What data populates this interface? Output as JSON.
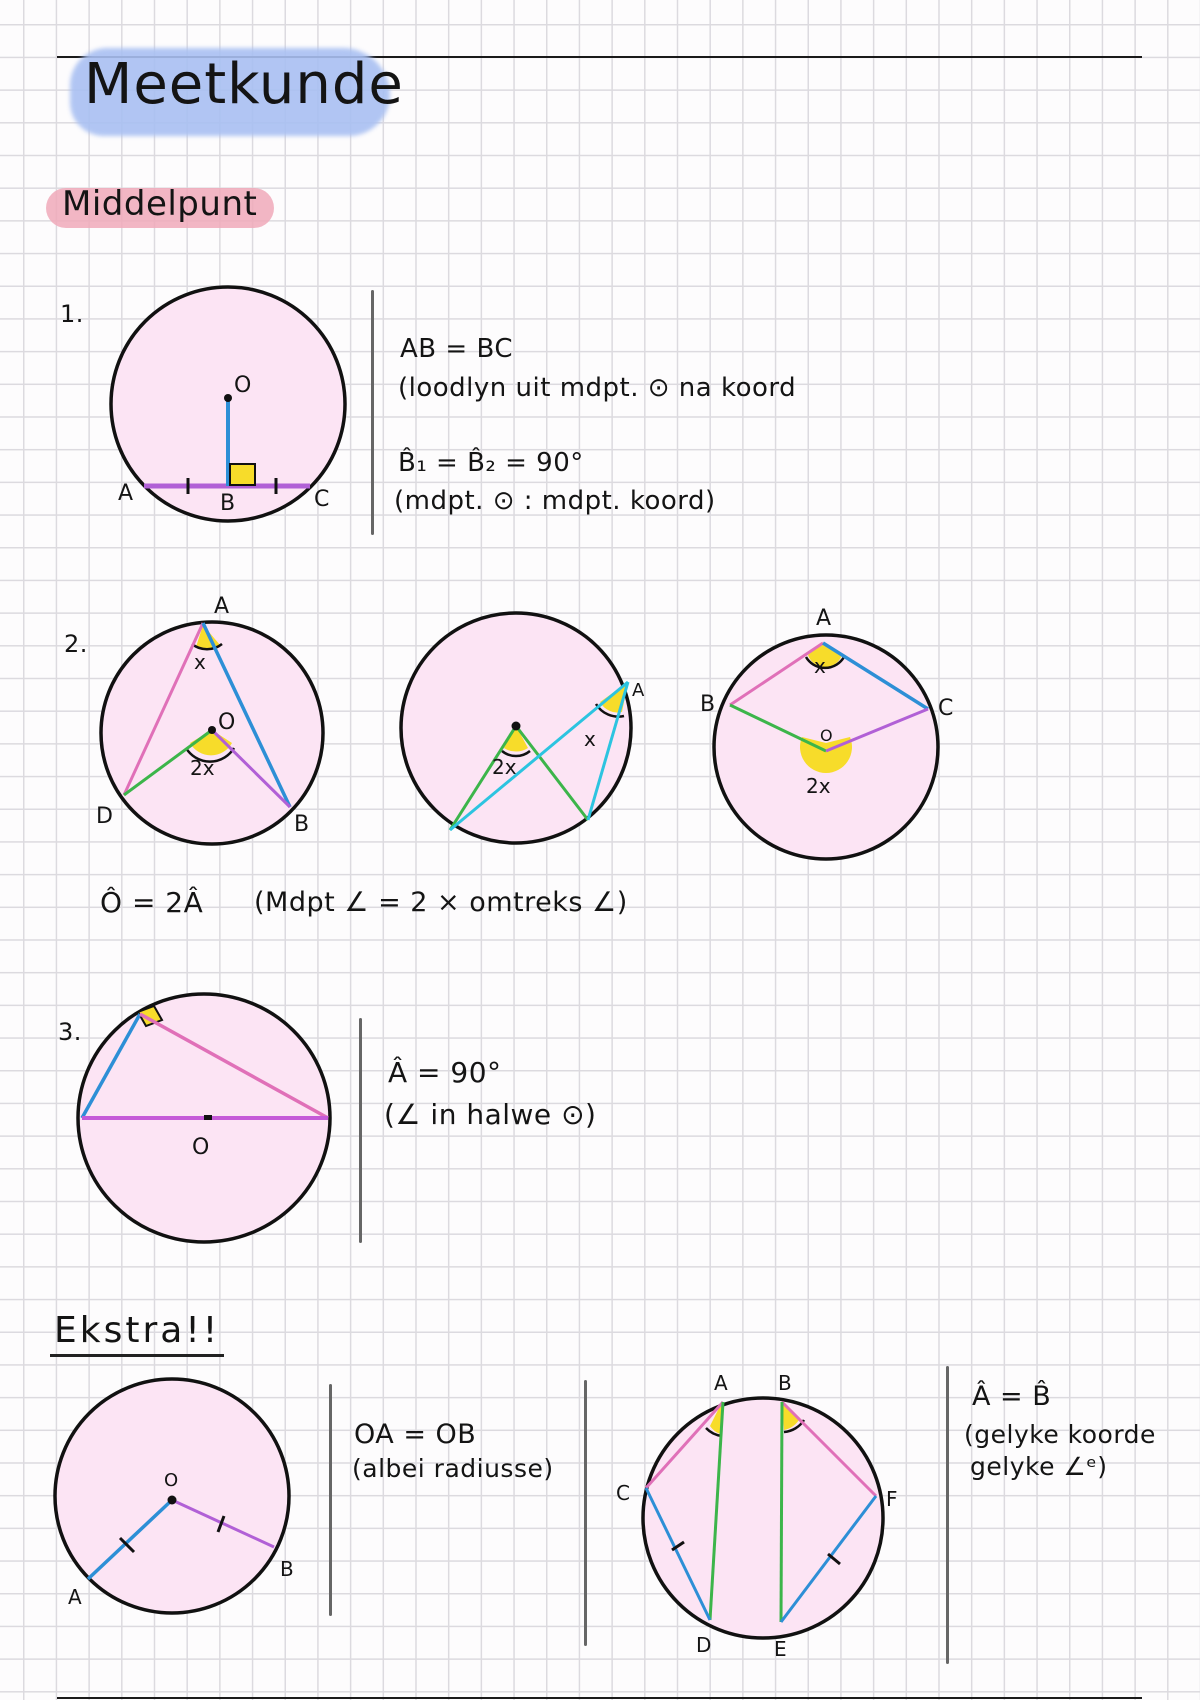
{
  "page": {
    "title": "Meetkunde",
    "section": "Middelpunt",
    "title_highlight_color": "#a9c0f2",
    "section_highlight_color": "#f0a9ba",
    "circle_fill": "#fce4f4",
    "line_colors": {
      "blue": "#2d8fd6",
      "purple": "#b160d6",
      "pink": "#e070b8",
      "green": "#3cb54a",
      "cyan": "#2cc4e0",
      "yellow": "#f7dc2a"
    }
  },
  "theorem1": {
    "number": "1.",
    "labels": {
      "center": "O",
      "a": "A",
      "b": "B",
      "c": "C"
    },
    "line1": "AB = BC",
    "line2": "(loodlyn uit mdpt. ⊙ na koord",
    "line3": "B̂₁ = B̂₂ = 90°",
    "line4": "(mdpt. ⊙ : mdpt. koord)"
  },
  "theorem2": {
    "number": "2.",
    "diagram1": {
      "a": "A",
      "o": "O",
      "d": "D",
      "b": "B",
      "angle_a": "x",
      "angle_o": "2x"
    },
    "diagram2": {
      "a": "A",
      "angle_a": "x",
      "angle_o": "2x"
    },
    "diagram3": {
      "a": "A",
      "b": "B",
      "c": "C",
      "o": "O",
      "angle_a": "x",
      "angle_o": "2x"
    },
    "formula": "Ô = 2Â",
    "explanation": "(Mdpt ∠ = 2 × omtreks ∠)"
  },
  "theorem3": {
    "number": "3.",
    "labels": {
      "center": "O"
    },
    "line1": "Â = 90°",
    "line2": "(∠ in halwe ⊙)"
  },
  "extra": {
    "heading": "Ekstra!!",
    "diagram1": {
      "o": "O",
      "a": "A",
      "b": "B"
    },
    "note1_line1": "OA = OB",
    "note1_line2": "(albei radiusse)",
    "diagram2": {
      "a": "A",
      "b": "B",
      "c": "C",
      "d": "D",
      "e": "E",
      "f": "F"
    },
    "note2_line1": "Â = B̂",
    "note2_line2": "(gelyke koorde",
    "note2_line3": "gelyke ∠ᵉ)"
  }
}
